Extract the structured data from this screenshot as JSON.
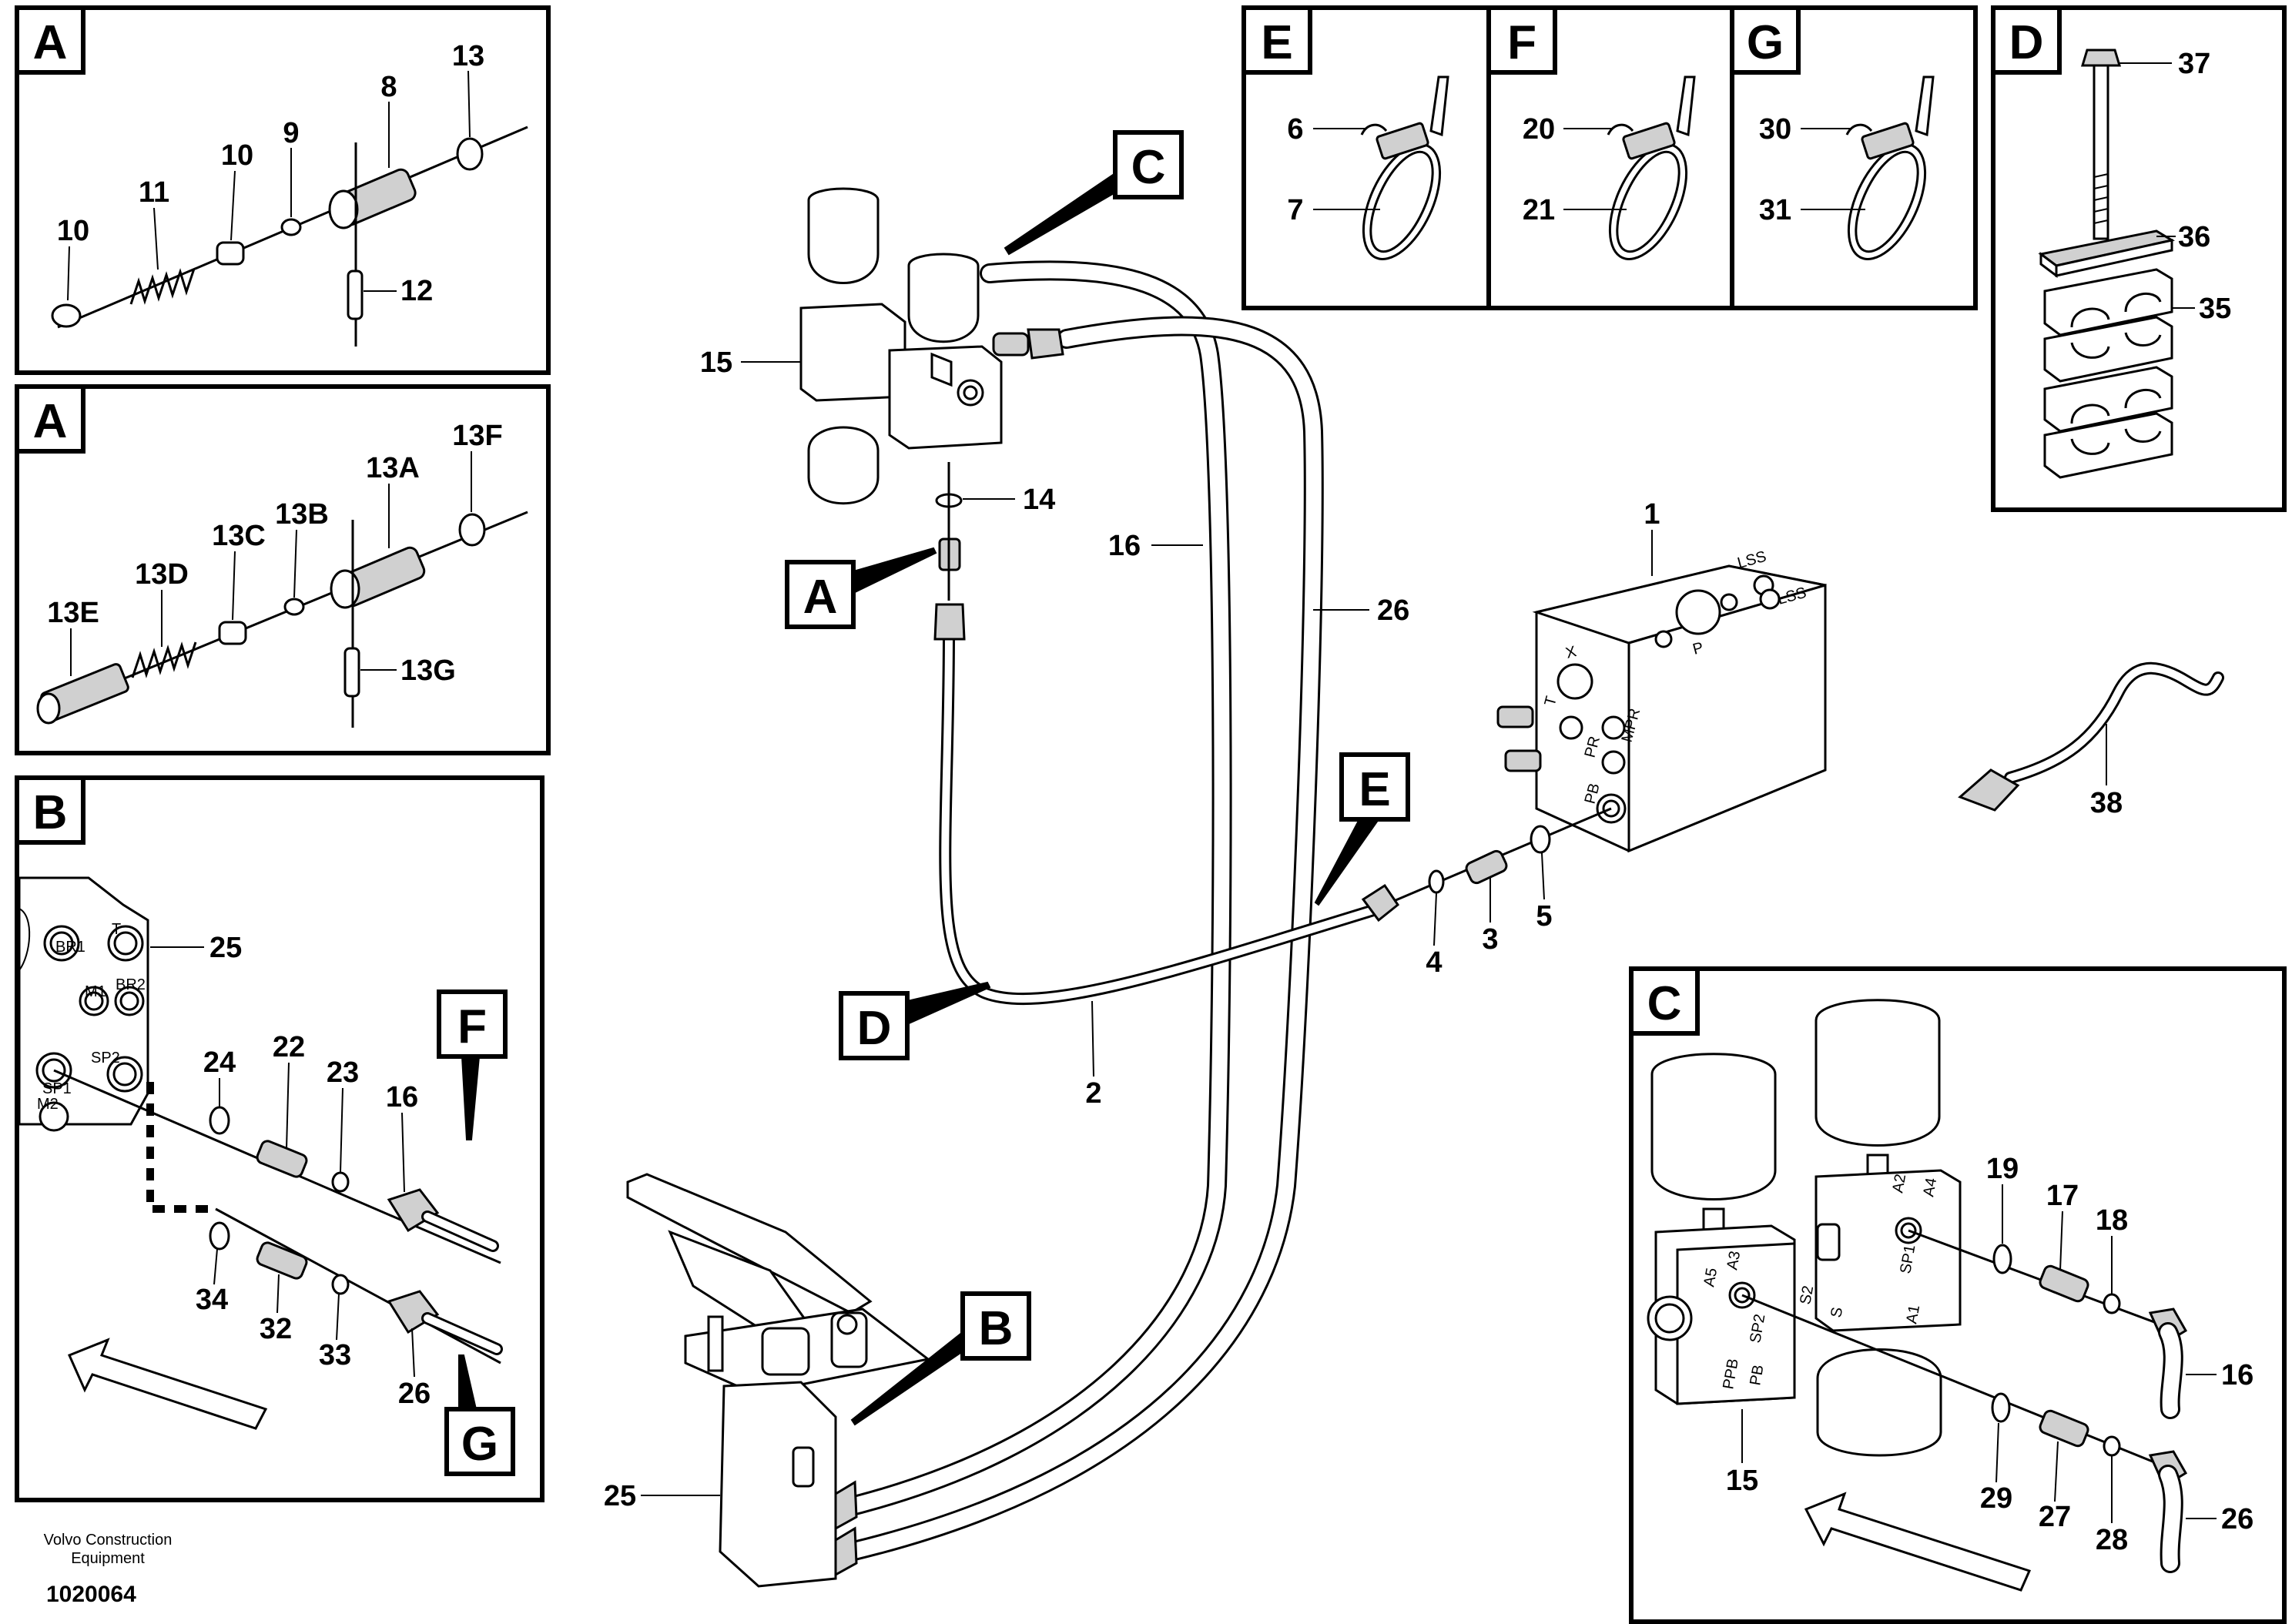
{
  "detail_tags": {
    "a_top": "A",
    "a_bottom": "A",
    "b": "B",
    "c": "C",
    "d": "D",
    "e": "E",
    "f": "F",
    "g": "G"
  },
  "main_tags": {
    "a": "A",
    "b": "B",
    "c": "C",
    "d": "D",
    "e": "E"
  },
  "panel_a_top": {
    "callouts": [
      "10",
      "11",
      "10",
      "9",
      "8",
      "13",
      "12"
    ]
  },
  "panel_a_bottom": {
    "callouts": [
      "13E",
      "13D",
      "13C",
      "13B",
      "13A",
      "13F",
      "13G"
    ]
  },
  "panel_b": {
    "callouts": [
      "25",
      "24",
      "22",
      "23",
      "16",
      "34",
      "32",
      "33",
      "26"
    ],
    "ports": [
      "BR1",
      "T",
      "M1",
      "BR2",
      "SP1",
      "SP2",
      "M2"
    ]
  },
  "panel_c": {
    "callouts": [
      "19",
      "17",
      "18",
      "16",
      "15",
      "29",
      "27",
      "28",
      "26"
    ],
    "ports": [
      "A2",
      "A4",
      "SP1",
      "A3",
      "A5",
      "SP2",
      "S2",
      "S",
      "A1",
      "PB",
      "PPB"
    ]
  },
  "panel_d": {
    "callouts": [
      "37",
      "36",
      "35"
    ]
  },
  "panel_e": {
    "callouts": [
      "6",
      "7"
    ]
  },
  "panel_f": {
    "callouts": [
      "20",
      "21"
    ]
  },
  "panel_g": {
    "callouts": [
      "30",
      "31"
    ]
  },
  "main": {
    "callouts": [
      "15",
      "14",
      "16",
      "26",
      "1",
      "3",
      "4",
      "5",
      "2",
      "25",
      "38"
    ],
    "valve_ports": [
      "LSS",
      "LSS",
      "P",
      "X",
      "T",
      "MPR",
      "PR",
      "PB"
    ]
  },
  "footer": {
    "company_line1": "Volvo Construction",
    "company_line2": "Equipment",
    "doc_number": "1020064"
  }
}
